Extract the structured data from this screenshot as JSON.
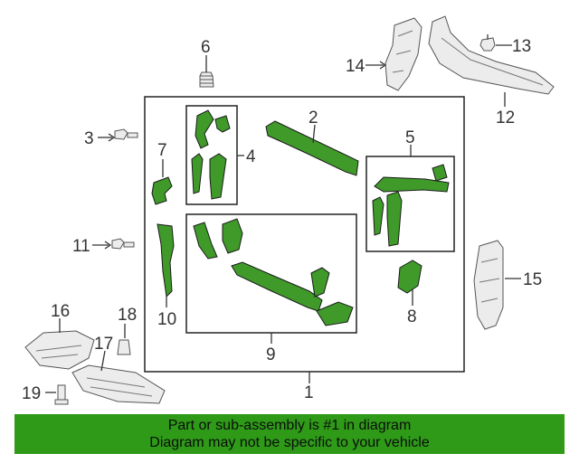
{
  "callouts": {
    "c1": "1",
    "c2": "2",
    "c3": "3",
    "c4": "4",
    "c5": "5",
    "c6": "6",
    "c7": "7",
    "c8": "8",
    "c9": "9",
    "c10": "10",
    "c11": "11",
    "c12": "12",
    "c13": "13",
    "c14": "14",
    "c15": "15",
    "c16": "16",
    "c17": "17",
    "c18": "18",
    "c19": "19"
  },
  "colors": {
    "highlight_part": "#3f9a2a",
    "banner_background": "#2e9a18",
    "other_parts": "#ececec"
  },
  "banner": {
    "line1": "Part or sub-assembly is #1 in diagram",
    "line2": "Diagram may not be specific to your vehicle"
  }
}
